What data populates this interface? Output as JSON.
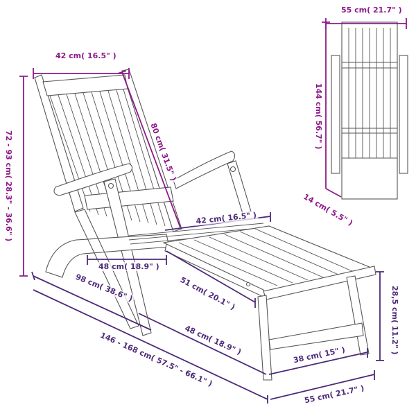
{
  "diagram": {
    "subject": "Folding deck chair with footrest — dimensioned line drawing",
    "colors": {
      "dimension_primary": "#8e1a8a",
      "dimension_secondary": "#4e2a7a",
      "line_art": "#555555",
      "background": "#ffffff"
    },
    "dimensions": {
      "backrest_width": "42 cm( 16.5\" )",
      "total_height": "72 - 93 cm( 28.3\" - 36.6\" )",
      "backrest_length": "80 cm( 31.5\" )",
      "folded_width": "55 cm( 21.7\" )",
      "folded_length": "144 cm( 56.7\" )",
      "folded_depth": "14 cm( 5.5\" )",
      "footrest_width": "42 cm( 16.5\" )",
      "seat_depth": "48 cm( 18.9\" )",
      "frame_length": "98 cm( 38.6\" )",
      "footrest_length": "51 cm( 20.1\" )",
      "footrest_height": "28,5 cm( 11.2\" )",
      "total_length": "146 - 168 cm( 57.5\" - 66.1\" )",
      "footrest_leg_span": "48 cm( 18.9\" )",
      "footrest_base_width": "38 cm( 15\" )",
      "overall_width": "55 cm( 21.7\" )"
    },
    "views": [
      "perspective-view",
      "folded-front-view"
    ]
  }
}
